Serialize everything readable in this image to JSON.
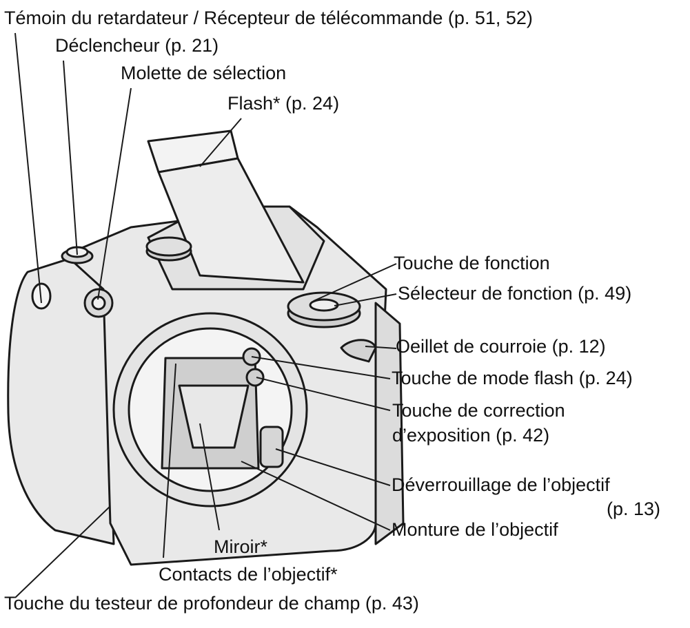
{
  "labels": {
    "self_timer": "Témoin du retardateur / Récepteur de télécommande (p. 51, 52)",
    "shutter": "Déclencheur (p. 21)",
    "control_dial": "Molette de sélection",
    "flash": "Flash* (p. 24)",
    "function_button": "Touche de fonction",
    "function_dial": "Sélecteur de fonction (p. 49)",
    "strap_eyelet": "Oeillet de courroie (p. 12)",
    "flash_mode_button": "Touche de mode flash (p. 24)",
    "exposure_comp_line1": "Touche de correction",
    "exposure_comp_line2": "d’exposition (p. 42)",
    "lens_release_line1": "Déverrouillage de l’objectif",
    "lens_release_line2": "(p. 13)",
    "lens_mount": "Monture de l’objectif",
    "mirror": "Miroir*",
    "lens_contacts": "Contacts de l’objectif*",
    "dof_preview": "Touche du testeur de profondeur de champ (p. 43)"
  },
  "colors": {
    "ink": "#111111",
    "line": "#1a1a1a",
    "body": "#e9e9e9",
    "shadow": "#bdbdbd"
  }
}
